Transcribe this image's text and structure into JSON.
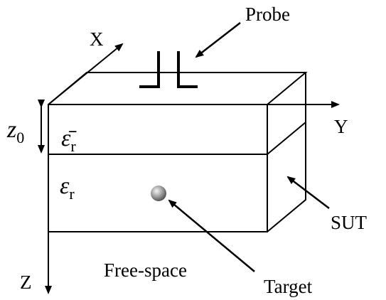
{
  "labels": {
    "probe": "Probe",
    "axis_x": "X",
    "axis_y": "Y",
    "axis_z": "Z",
    "z0_main": "z",
    "z0_sub": "0",
    "eps_top_main": "ε̄",
    "eps_top_sub": "r",
    "eps_bottom_main": "ε",
    "eps_bottom_sub": "r",
    "sut": "SUT",
    "free_space": "Free-space",
    "target": "Target"
  },
  "colors": {
    "line": "#000000",
    "background": "#ffffff",
    "target_sphere": "#8a8a8a"
  }
}
